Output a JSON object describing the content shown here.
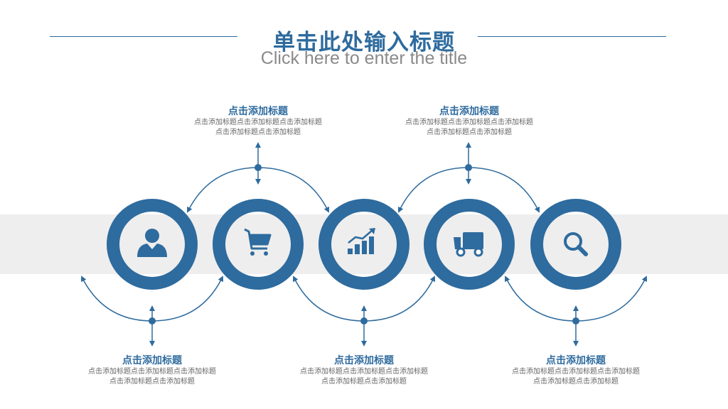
{
  "header": {
    "title_cn": "单击此处输入标题",
    "title_en": "Click here to enter the title"
  },
  "colors": {
    "primary": "#2e6b9e",
    "band": "#eeeeee",
    "text_gray": "#666666"
  },
  "steps": [
    {
      "icon": "user-icon"
    },
    {
      "icon": "shopping-cart-icon"
    },
    {
      "icon": "bar-chart-icon"
    },
    {
      "icon": "truck-icon"
    },
    {
      "icon": "search-icon"
    }
  ],
  "labels": {
    "top1": {
      "heading": "点击添加标题",
      "line1": "点击添加标题点击添加标题点击添加标题",
      "line2": "点击添加标题点击添加标题"
    },
    "top2": {
      "heading": "点击添加标题",
      "line1": "点击添加标题点击添加标题点击添加标题",
      "line2": "点击添加标题点击添加标题"
    },
    "bottom1": {
      "heading": "点击添加标题",
      "line1": "点击添加标题点击添加标题点击添加标题",
      "line2": "点击添加标题点击添加标题"
    },
    "bottom2": {
      "heading": "点击添加标题",
      "line1": "点击添加标题点击添加标题点击添加标题",
      "line2": "点击添加标题点击添加标题"
    },
    "bottom3": {
      "heading": "点击添加标题",
      "line1": "点击添加标题点击添加标题点击添加标题",
      "line2": "点击添加标题点击添加标题"
    }
  }
}
